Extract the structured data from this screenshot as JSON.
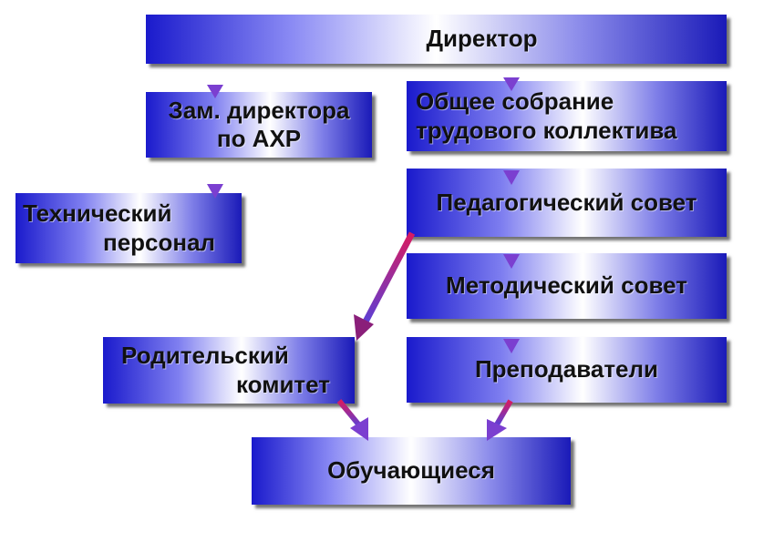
{
  "diagram": {
    "director": "Директор",
    "zam_director": [
      "Зам. директора",
      "по АХР"
    ],
    "general_meeting": [
      "Общее собрание",
      "трудового коллектива"
    ],
    "technical_staff": [
      "Технический",
      "персонал"
    ],
    "pedagogical_council": "Педагогический совет",
    "methodical_council": "Методический совет",
    "parent_committee": [
      "Родительский",
      "комитет"
    ],
    "teachers": "Преподаватели",
    "students": "Обучающиеся"
  },
  "colors": {
    "box_blue": "#1a1acc",
    "box_light": "#ffffff",
    "arrow_pink": "#d81b60",
    "arrow_purple": "#5b3fd6"
  }
}
